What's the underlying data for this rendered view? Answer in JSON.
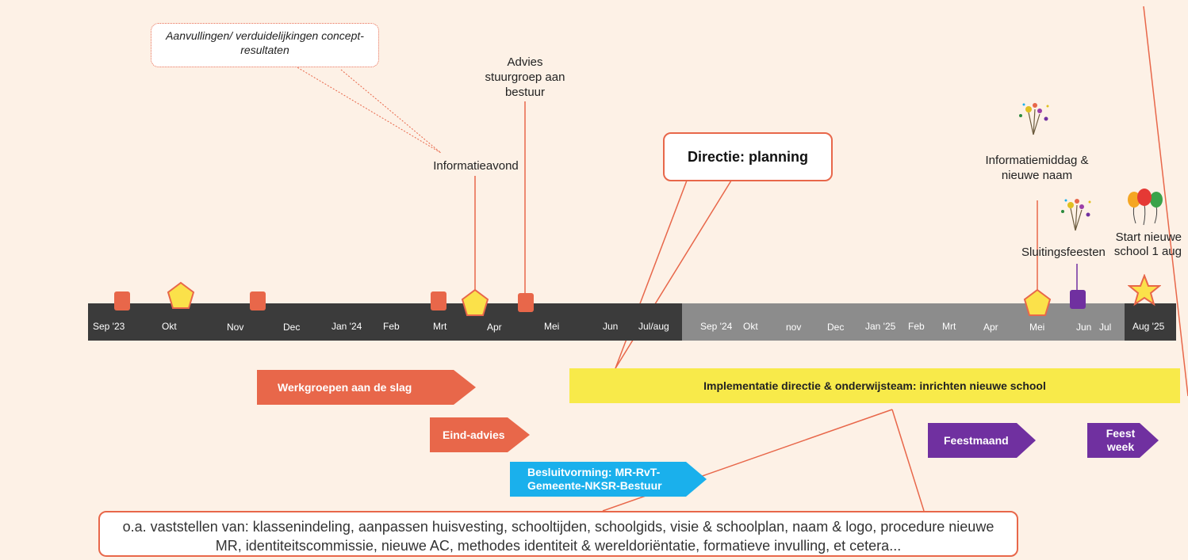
{
  "callouts": {
    "note": "Aanvullingen/ verduidelijkingen concept-resultaten",
    "directie": "Directie: planning",
    "bottom": "o.a. vaststellen van: klassenindeling, aanpassen huisvesting, schooltijden, schoolgids, visie & schoolplan, naam & logo, procedure nieuwe MR, identiteitscommissie, nieuwe AC, methodes identiteit & wereldoriëntatie, formatieve invulling, et cetera..."
  },
  "milestones": {
    "informatieavond": "Informatieavond",
    "advies": "Advies stuurgroep aan bestuur",
    "informatiemiddag": "Informatiemiddag & nieuwe naam",
    "sluitingsfeesten": "Sluitingsfeesten",
    "start": "Start nieuwe school 1 aug"
  },
  "timeline": {
    "months_dark": [
      "Sep '23",
      "Okt",
      "Nov",
      "Dec",
      "Jan '24",
      "Feb",
      "Mrt",
      "Apr",
      "Mei",
      "Jun",
      "Jul/aug"
    ],
    "months_grey": [
      "Sep '24",
      "Okt",
      "nov",
      "Dec",
      "Jan '25",
      "Feb",
      "Mrt",
      "Apr",
      "Mei",
      "Jun",
      "Jul"
    ],
    "month_final": "Aug '25"
  },
  "bars": {
    "werkgroepen": "Werkgroepen aan de slag",
    "eindadvies": "Eind-advies",
    "besluitvorming": "Besluitvorming: MR-RvT-Gemeente-NKSR-Bestuur",
    "implementatie": "Implementatie directie & onderwijsteam: inrichten nieuwe school",
    "feestmaand": "Feestmaand",
    "feestweek": "Feest week"
  },
  "colors": {
    "accent_orange": "#e8674a",
    "timeline_dark": "#3b3b3b",
    "timeline_grey": "#8c8c8c",
    "implementation_yellow": "#f8ea4a",
    "decision_blue": "#1ab0ec",
    "celebration_purple": "#7030a0",
    "milestone_gold": "#fbe14a"
  }
}
